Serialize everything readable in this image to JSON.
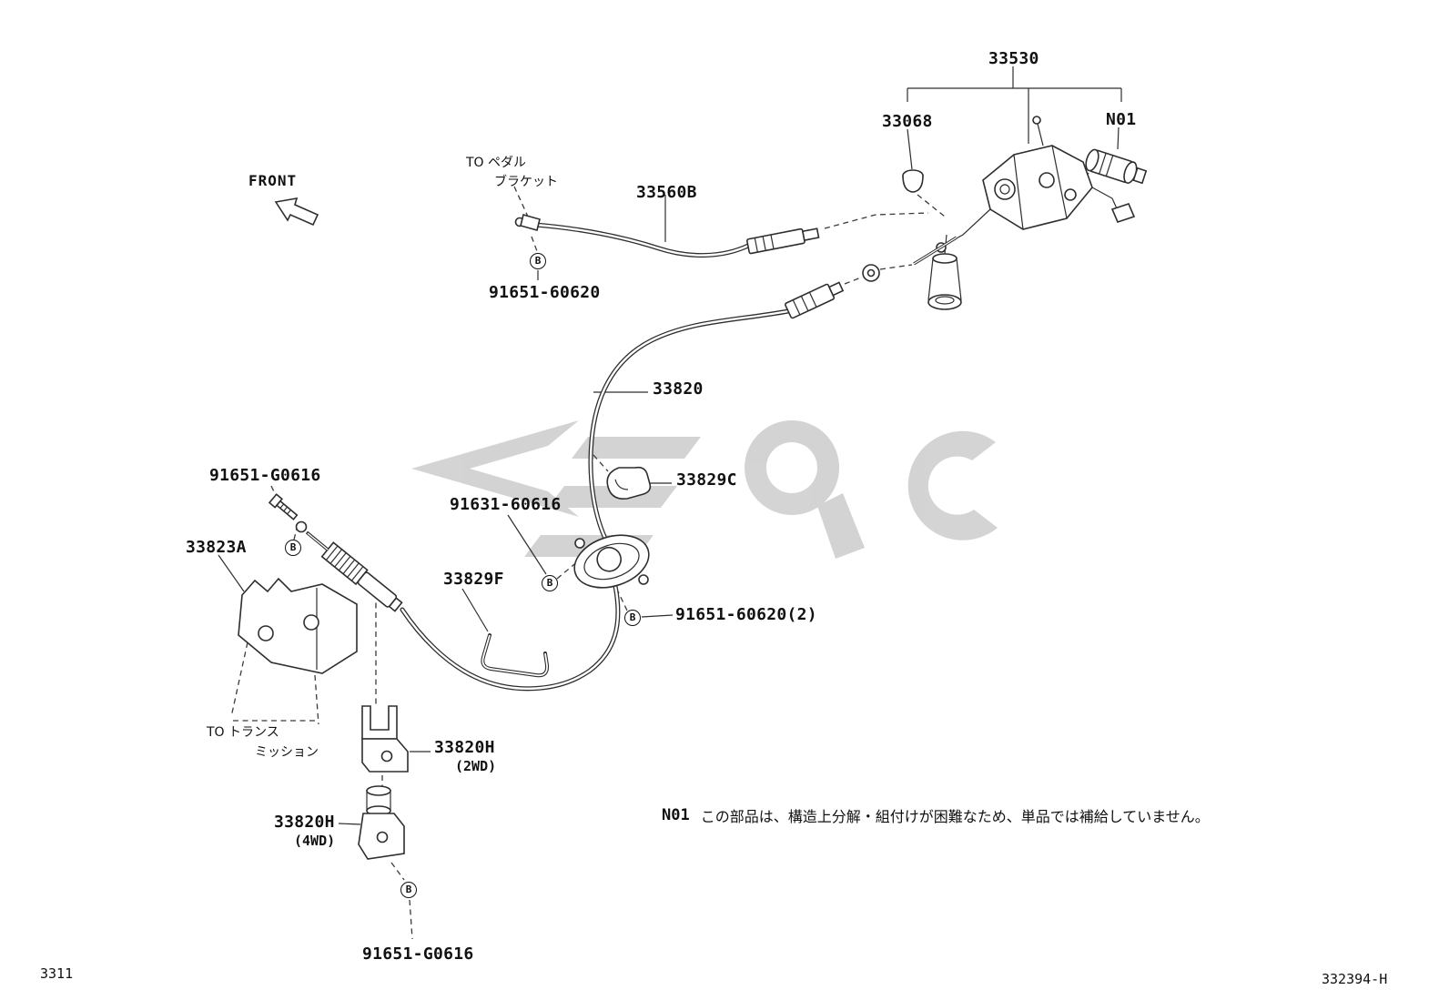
{
  "page": {
    "number": "3311",
    "drawing_code": "332394-H"
  },
  "orientation": {
    "front": "FRONT"
  },
  "refs": {
    "to_pedal_line1": "TO ペダル",
    "to_pedal_line2": "ブラケット",
    "to_trans_line1": "TO トランス",
    "to_trans_line2": "ミッション"
  },
  "fastener_marker": "B",
  "callouts": {
    "c33530": "33530",
    "c33068": "33068",
    "cN01": "N01",
    "c33560B": "33560B",
    "c91651_60620": "91651-60620",
    "c33820": "33820",
    "c33829C": "33829C",
    "c91651_G0616_upper": "91651-G0616",
    "c33823A": "33823A",
    "c91631_60616": "91631-60616",
    "c33829F": "33829F",
    "c91651_60620_x2": "91651-60620(2)",
    "c33820H_2wd": "33820H",
    "c33820H_2wd_drive": "(2WD)",
    "c33820H_4wd": "33820H",
    "c33820H_4wd_drive": "(4WD)",
    "c91651_G0616_lower": "91651-G0616"
  },
  "note": {
    "code": "N01",
    "text": "この部品は、構造上分解・組付けが困難なため、単品では補給していません。"
  }
}
